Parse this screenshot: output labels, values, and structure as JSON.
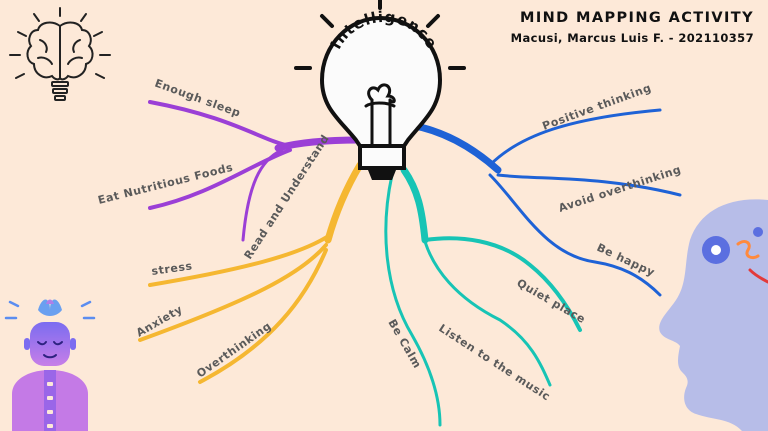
{
  "header": {
    "title": "MIND MAPPING ACTIVITY",
    "author": "Macusi, Marcus Luis F. - 202110357"
  },
  "central": {
    "label": "Intelligence",
    "icon": "lightbulb-icon"
  },
  "branches": {
    "purple": {
      "color": "#9b3fd6",
      "items": [
        "Enough sleep",
        "Eat Nutritious Foods",
        "Read and Understand"
      ]
    },
    "yellow": {
      "color": "#f5b731",
      "items": [
        "stress",
        "Anxiety",
        "Overthinking"
      ]
    },
    "teal": {
      "color": "#17c4b5",
      "items": [
        "Be Calm",
        "Listen to the music",
        "Quiet place"
      ]
    },
    "blue": {
      "color": "#1e62d6",
      "items": [
        "Positive thinking",
        "Avoid overthinking",
        "Be happy"
      ]
    }
  },
  "decorations": {
    "brain": "brain-bulb-icon",
    "meditation": "meditating-person-icon",
    "head": "head-profile-icon"
  }
}
